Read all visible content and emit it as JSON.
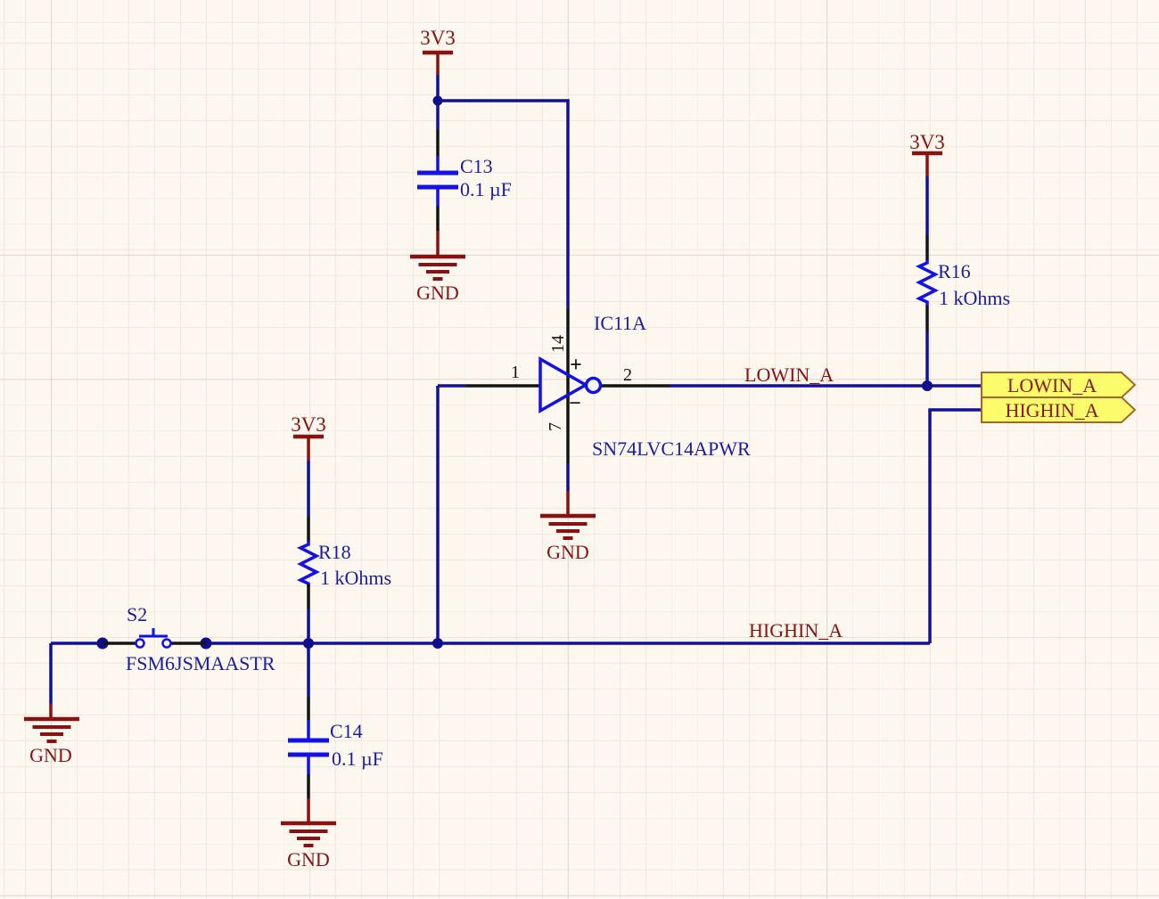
{
  "colors": {
    "background": "#FDF8EF",
    "grid_minor": "#EFE9E0",
    "grid_major": "#E2DBCE",
    "wire_blue": "#10109A",
    "junction_blue": "#0E0E8E",
    "pin_black": "#141414",
    "component_blue": "#1212E8",
    "text_navy": "#1C1CA0",
    "power_maroon": "#8A1111",
    "port_fill": "#FBFB6C",
    "port_border": "#A2682A",
    "port_text": "#8B1A1A"
  },
  "power_nets": {
    "v33": "3V3",
    "gnd": "GND"
  },
  "components": {
    "c13": {
      "designator": "C13",
      "value": "0.1 µF"
    },
    "c14": {
      "designator": "C14",
      "value": "0.1 µF"
    },
    "r16": {
      "designator": "R16",
      "value": "1 kOhms"
    },
    "r18": {
      "designator": "R18",
      "value": "1 kOhms"
    },
    "s2": {
      "designator": "S2",
      "value": "FSM6JSMAASTR"
    },
    "ic11a": {
      "designator": "IC11A",
      "value": "SN74LVC14APWR",
      "pin_input": "1",
      "pin_output": "2",
      "pin_vcc": "14",
      "pin_gnd": "7",
      "vcc_mark": "+",
      "gnd_mark": "−"
    }
  },
  "net_labels": {
    "lowin": "LOWIN_A",
    "highin": "HIGHIN_A"
  },
  "ports": {
    "lowin": "LOWIN_A",
    "highin": "HIGHIN_A"
  }
}
